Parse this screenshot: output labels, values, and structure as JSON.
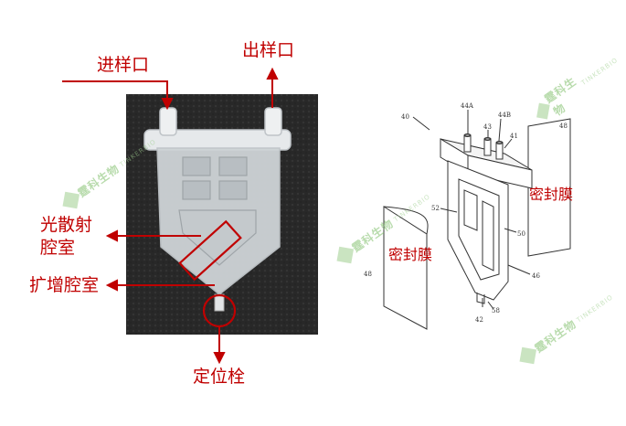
{
  "left_photo": {
    "labels": {
      "inlet": "进样口",
      "outlet": "出样口",
      "light_scatter_line1": "光散射",
      "light_scatter_line2": "腔室",
      "amplification": "扩增腔室",
      "locating_pin": "定位栓"
    },
    "accent_color": "#c00000"
  },
  "right_drawing": {
    "sealing_film_right": "密封膜",
    "sealing_film_left": "密封膜",
    "ref_numbers": [
      "40",
      "44A",
      "43",
      "44B",
      "41",
      "48",
      "52",
      "50",
      "48",
      "46",
      "42",
      "58"
    ]
  },
  "watermark": {
    "brand": "霆科生物",
    "brand_en": "TINKERBIO",
    "color": "#7fbf6a"
  }
}
